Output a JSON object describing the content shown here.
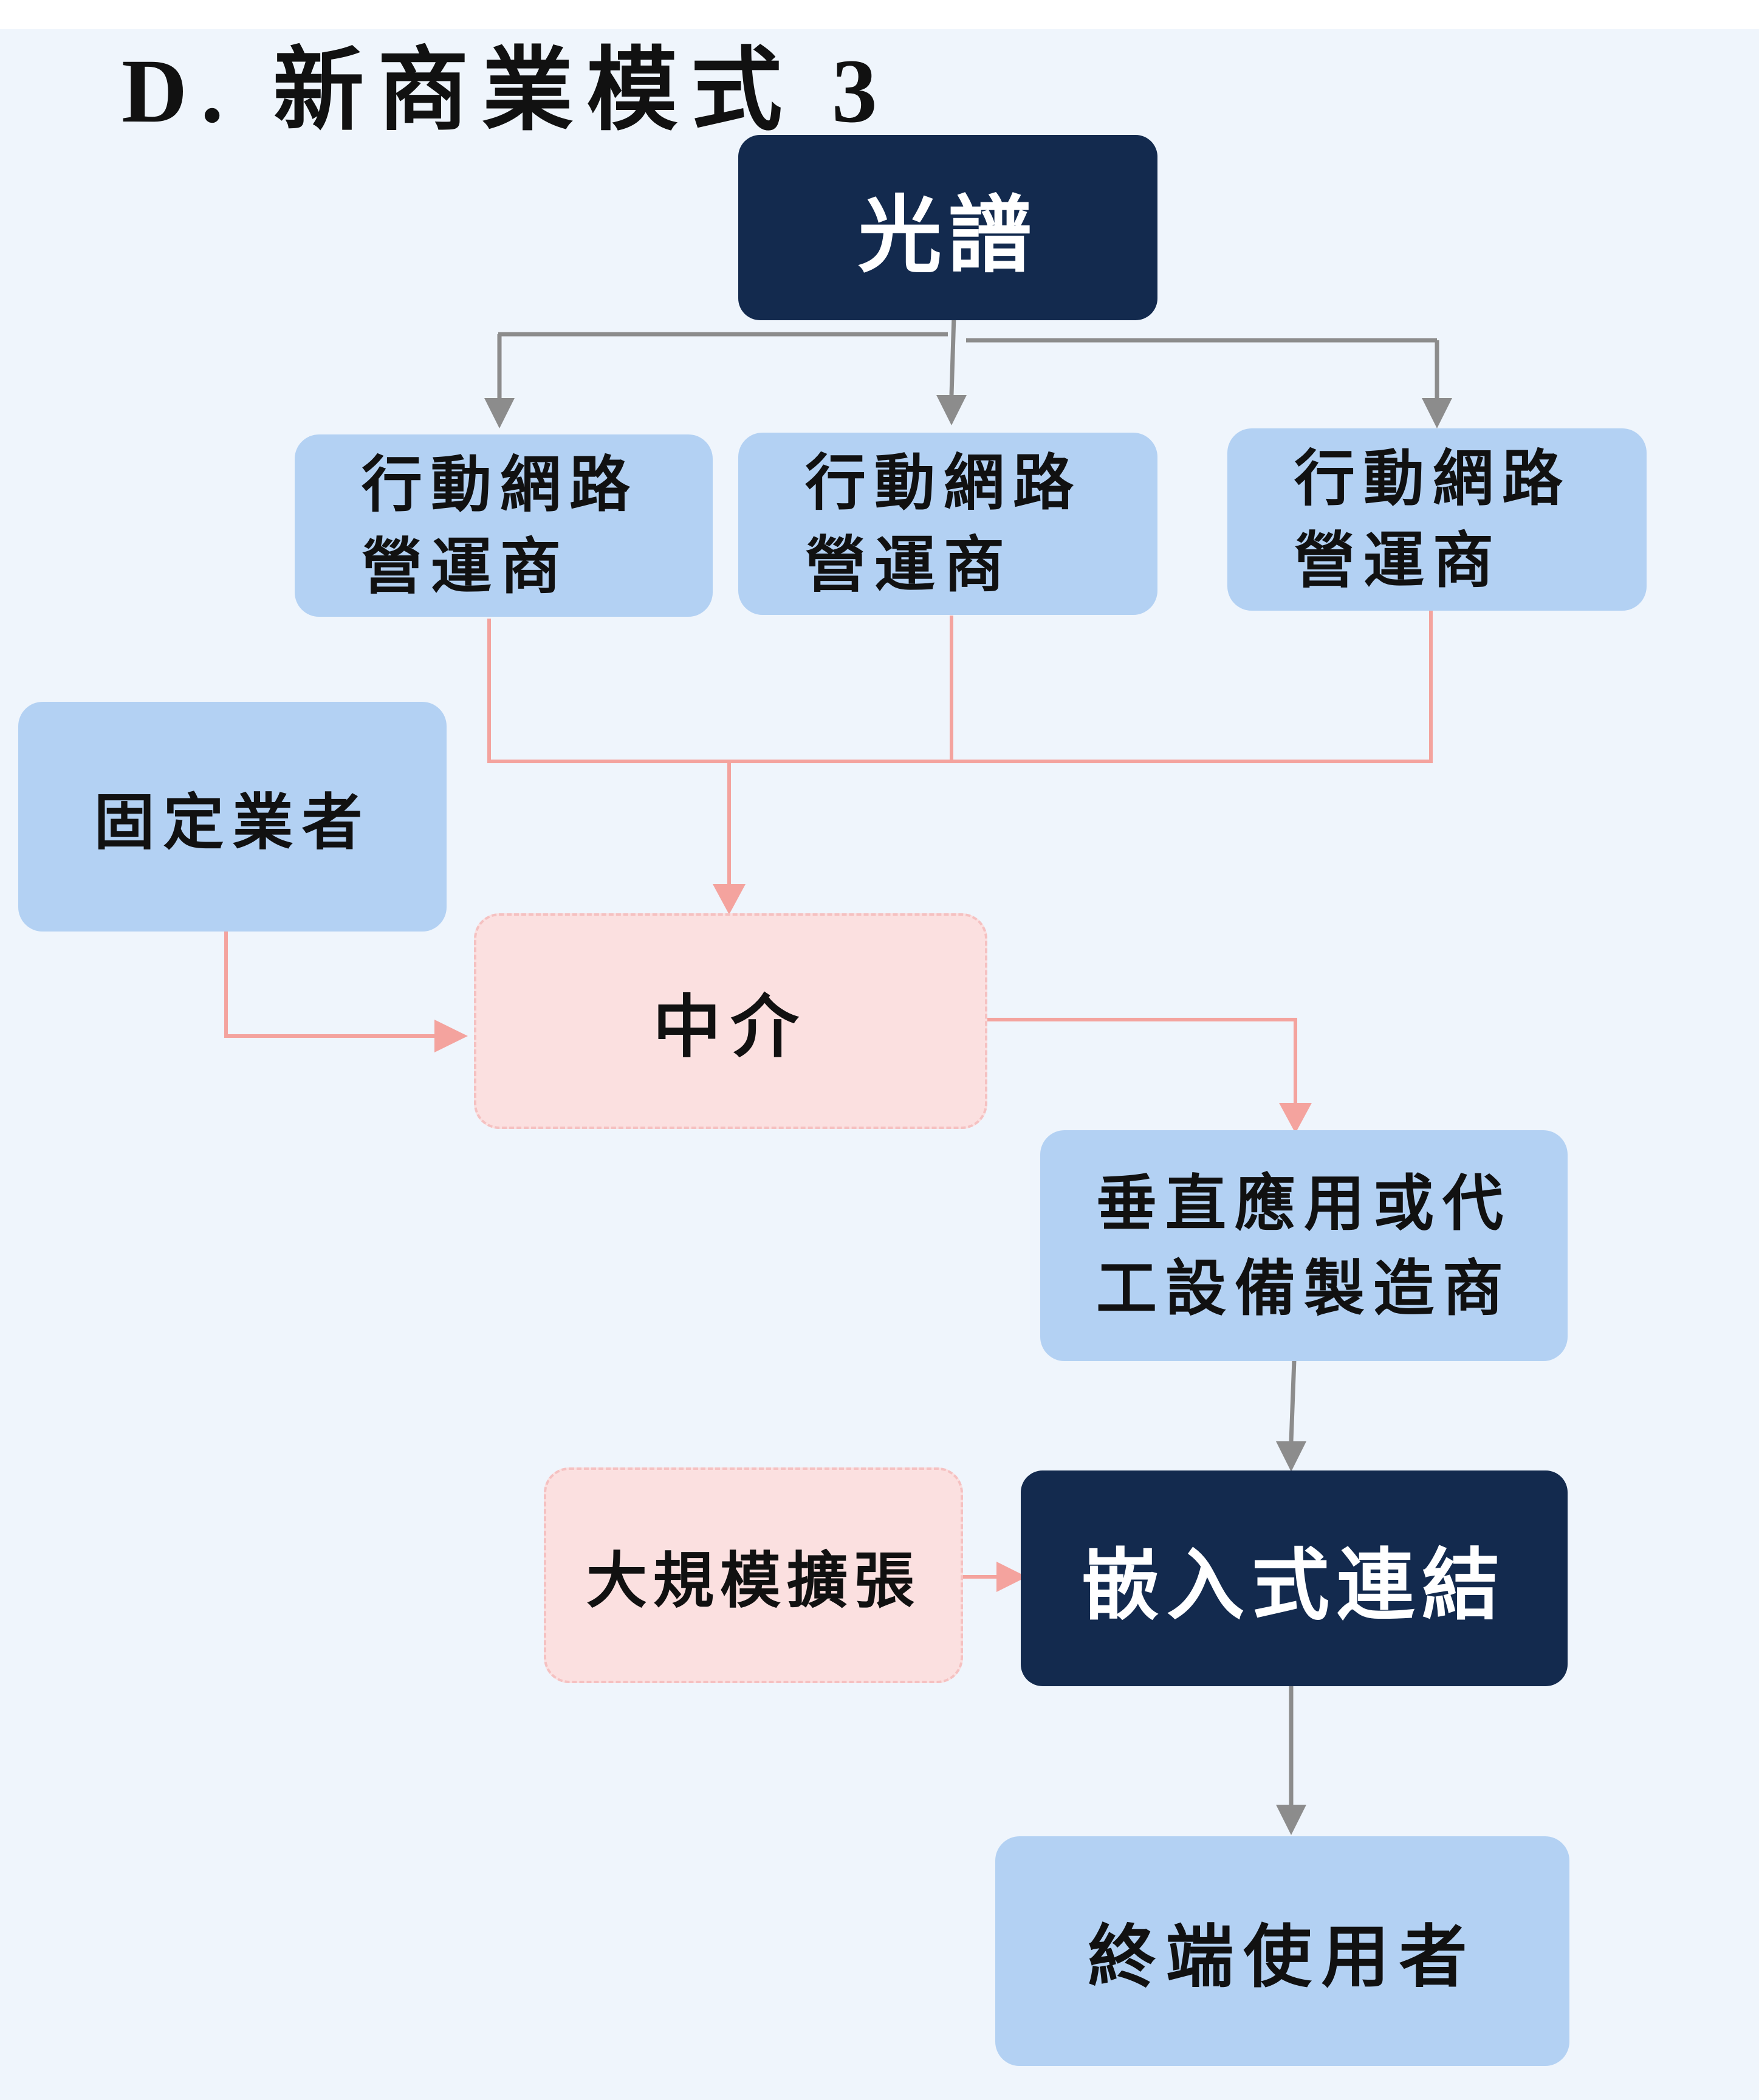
{
  "title": "D. 新商業模式 3",
  "nodes": {
    "spectrum": "光譜",
    "operator_1": "行動網路\n營運商",
    "operator_2": "行動網路\n營運商",
    "operator_3": "行動網路\n營運商",
    "fixed": "固定業者",
    "intermediary": "中介",
    "vertical": "垂直應用或代\n工設備製造商",
    "scale": "大規模擴張",
    "embedded": "嵌入式連結",
    "end_user": "終端使用者"
  },
  "colors": {
    "dark_node": "#132a4e",
    "light_node": "#b3d1f3",
    "pink_node": "#fbe0e0",
    "gray_arrow": "#8c8c8c",
    "pink_arrow": "#f4a39e",
    "background": "#eff5fc"
  }
}
